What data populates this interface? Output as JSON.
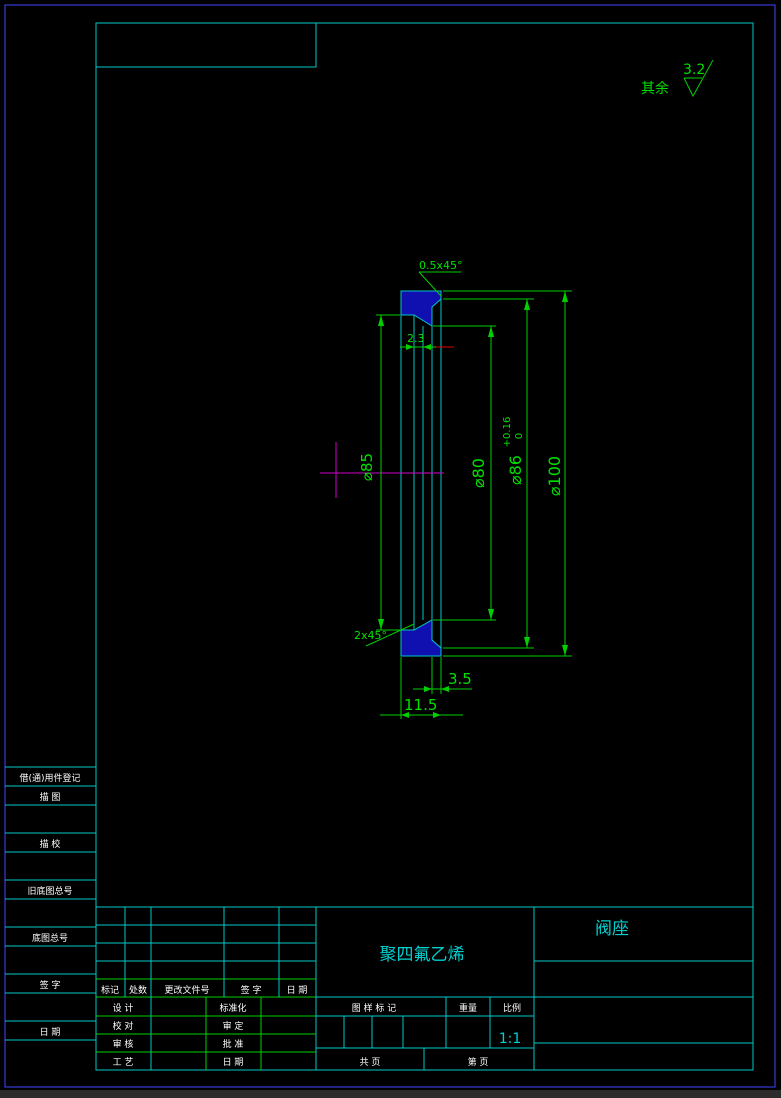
{
  "roughness": {
    "value": "3.2",
    "label": "其余"
  },
  "part": {
    "name": "阀座",
    "material": "聚四氟乙烯",
    "scale": "1:1"
  },
  "dimensions": {
    "chamfer": "0.5x45°",
    "d23": "2.3",
    "d85": "⌀85",
    "d80": "⌀80",
    "d86": "⌀86",
    "tol_upper": "+0.16",
    "tol_lower": "0",
    "d100": "⌀100",
    "angle": "2x45°",
    "d35": "3.5",
    "d115": "11.5"
  },
  "left_strip": [
    "借(通)用件登记",
    "描 图",
    "描 校",
    "旧底图总号",
    "底图总号",
    "签 字",
    "日 期"
  ],
  "revision_headers": [
    "标记",
    "处数",
    "更改文件号",
    "签 字",
    "日 期"
  ],
  "signoff_left": [
    "设 计",
    "校 对",
    "审 核",
    "工 艺"
  ],
  "signoff_mid": [
    "标准化",
    "审 定",
    "批 准",
    "日 期"
  ],
  "info_headers": {
    "stage": "图 样 标 记",
    "weight": "重量",
    "scale": "比例"
  },
  "sheets": {
    "total": "共 页",
    "current": "第 页"
  }
}
